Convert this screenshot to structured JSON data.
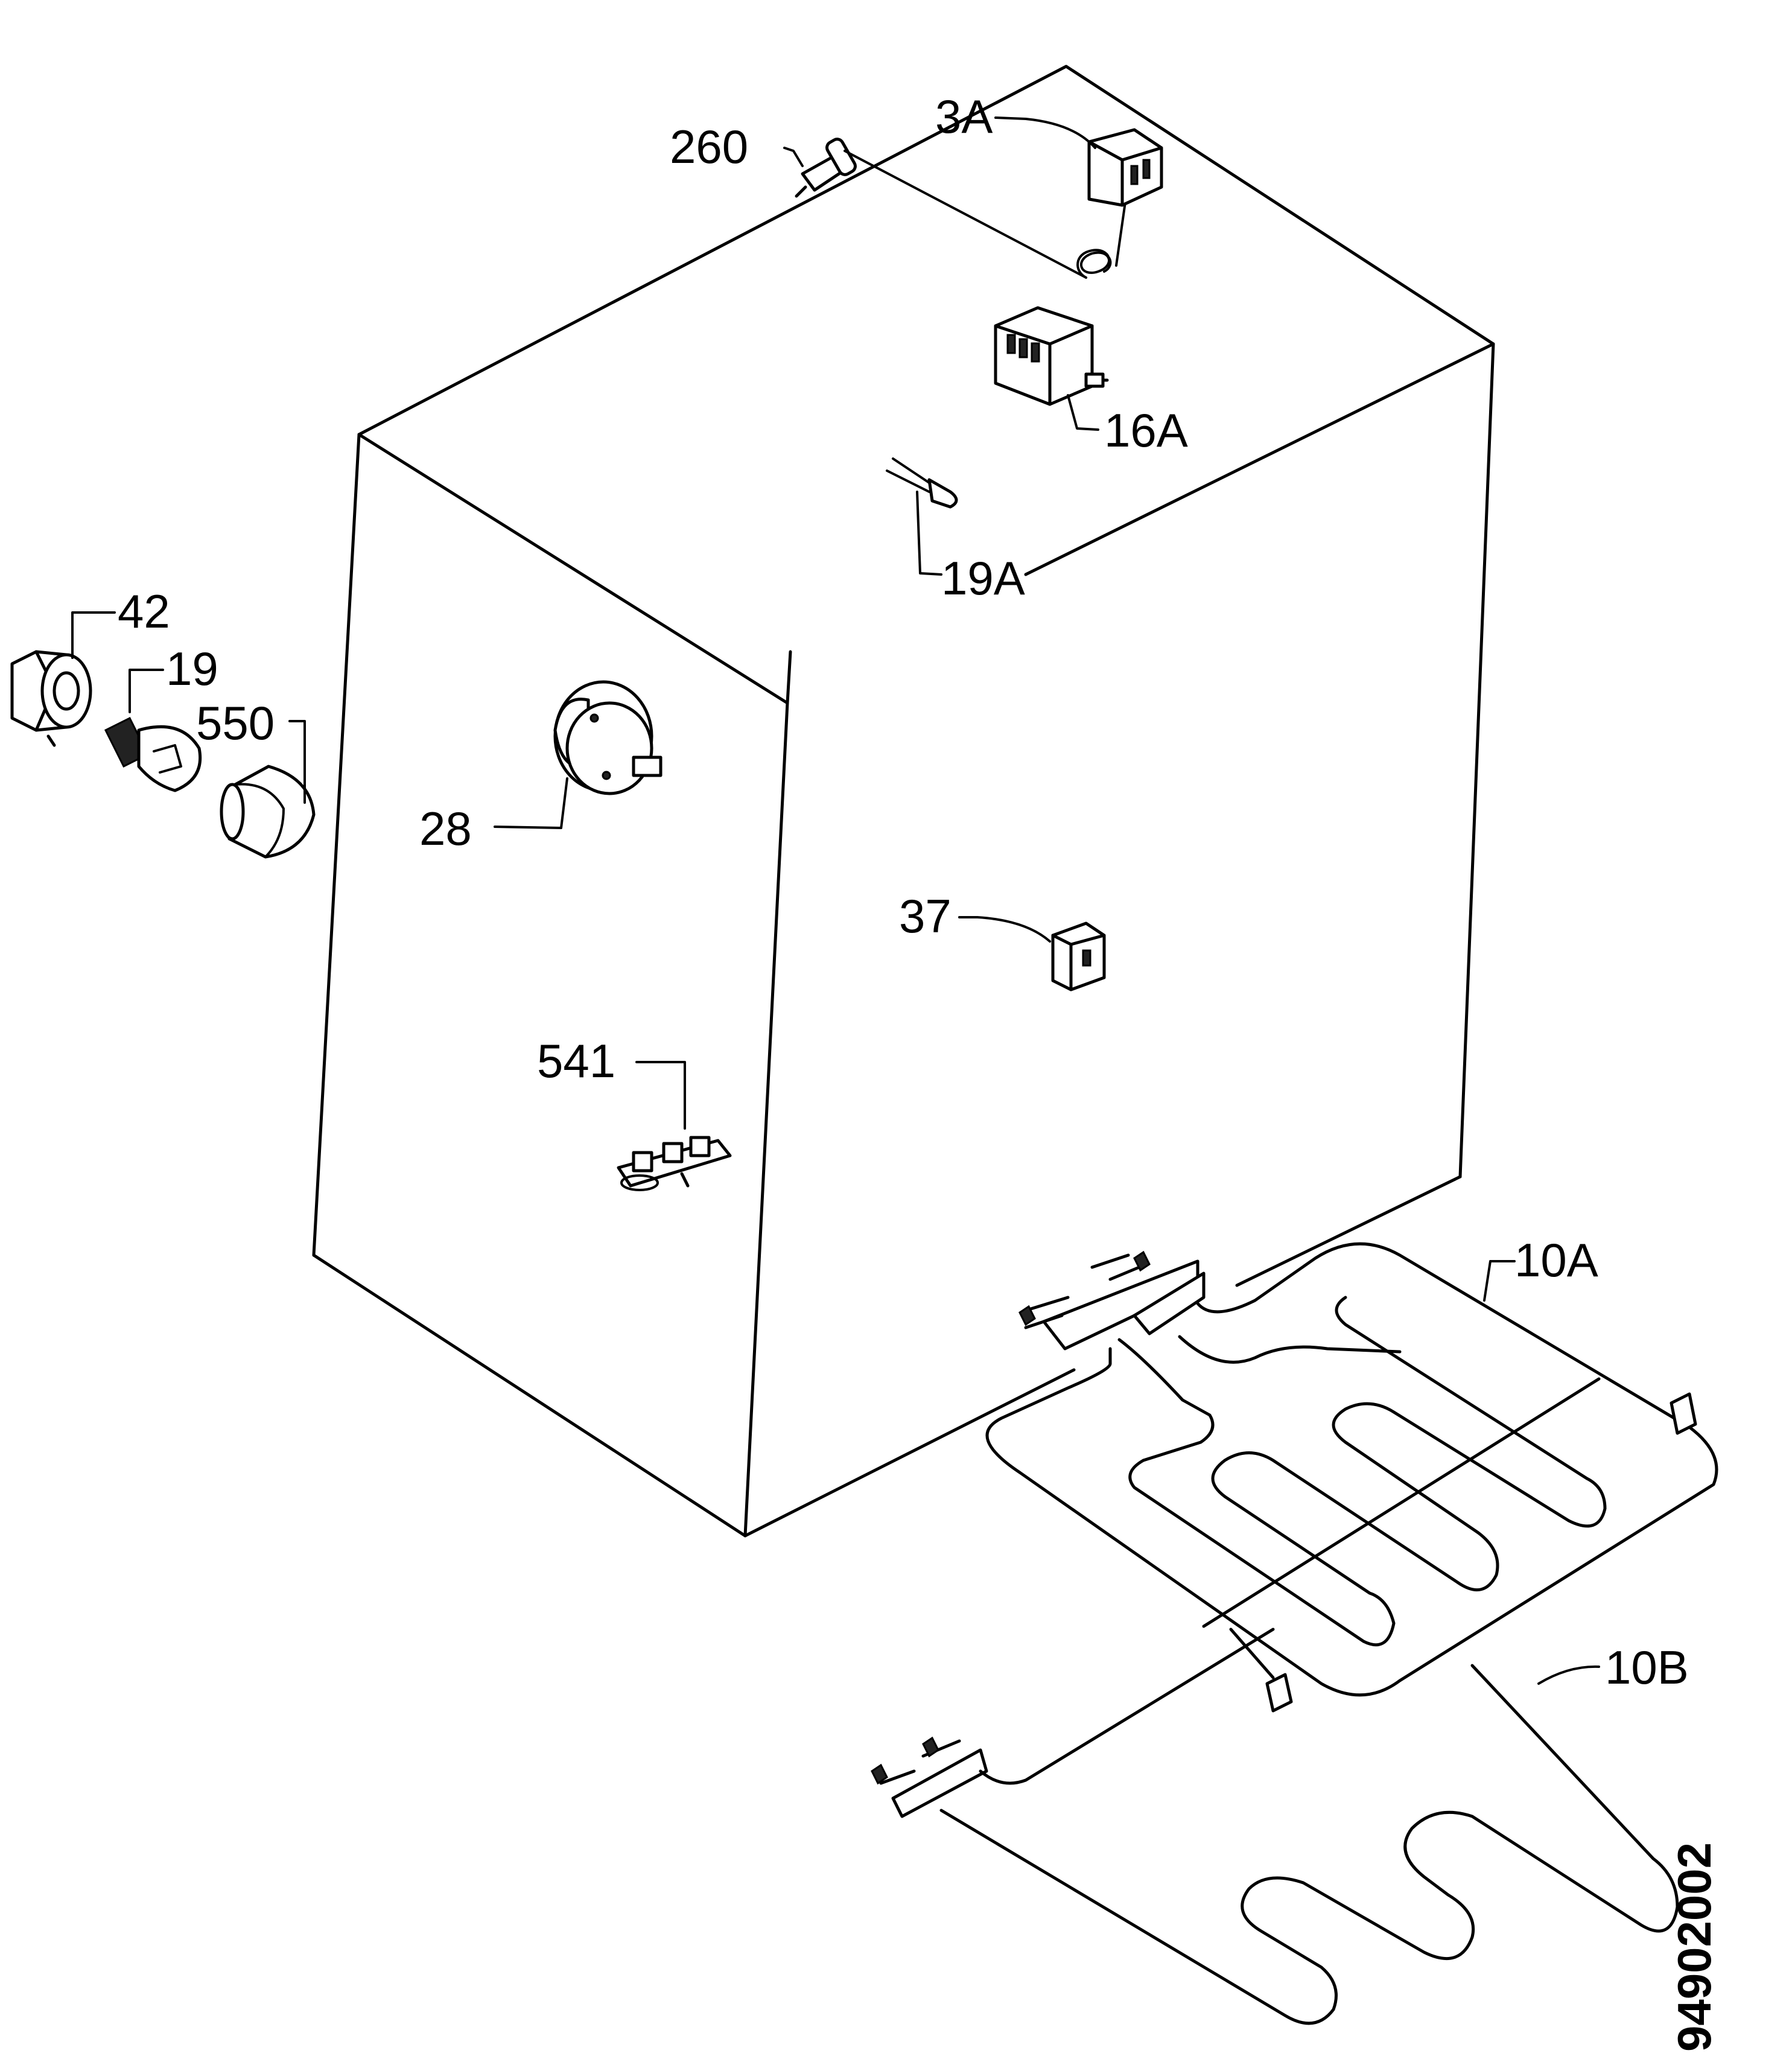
{
  "labels": {
    "p260": "260",
    "p3A": "3A",
    "p16A": "16A",
    "p19A": "19A",
    "p42": "42",
    "p19": "19",
    "p550": "550",
    "p28": "28",
    "p37": "37",
    "p541": "541",
    "p10A": "10A",
    "p10B": "10B"
  },
  "document_code": "94902002"
}
